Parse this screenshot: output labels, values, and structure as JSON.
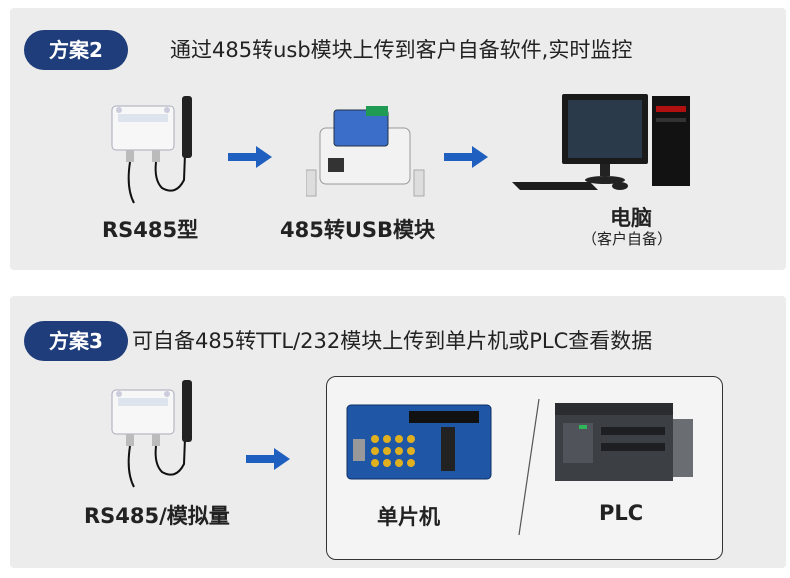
{
  "plan2": {
    "badge": "方案2",
    "title": "通过485转usb模块上传到客户自备软件,实时监控",
    "sensor_label": "RS485型",
    "module_label": "485转USB模块",
    "pc_label": "电脑",
    "pc_sublabel": "（客户自备）"
  },
  "plan3": {
    "badge": "方案3",
    "title": "可自备485转TTL/232模块上传到单片机或PLC查看数据",
    "sensor_label": "RS485/模拟量",
    "mcu_label": "单片机",
    "plc_label": "PLC"
  },
  "colors": {
    "badge": "#1f3d7a",
    "arrow": "#1f5fbf",
    "panel": "#ececec"
  }
}
